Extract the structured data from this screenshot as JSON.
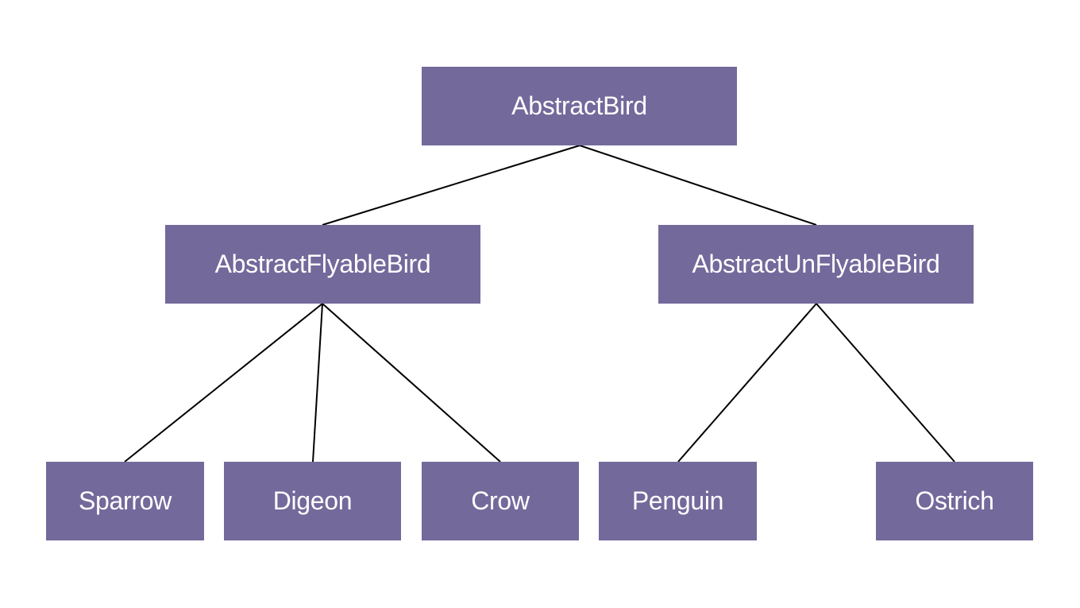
{
  "diagram": {
    "type": "class-hierarchy-tree",
    "node_color": "#74699b",
    "text_color": "#ffffff",
    "edge_color": "#000000",
    "root": {
      "label": "AbstractBird"
    },
    "level2": {
      "flyable": {
        "label": "AbstractFlyableBird"
      },
      "unflyable": {
        "label": "AbstractUnFlyableBird"
      }
    },
    "leaves": {
      "sparrow": {
        "label": "Sparrow"
      },
      "digeon": {
        "label": "Digeon"
      },
      "crow": {
        "label": "Crow"
      },
      "penguin": {
        "label": "Penguin"
      },
      "ostrich": {
        "label": "Ostrich"
      }
    },
    "edges": [
      {
        "from": "AbstractBird",
        "to": "AbstractFlyableBird"
      },
      {
        "from": "AbstractBird",
        "to": "AbstractUnFlyableBird"
      },
      {
        "from": "AbstractFlyableBird",
        "to": "Sparrow"
      },
      {
        "from": "AbstractFlyableBird",
        "to": "Digeon"
      },
      {
        "from": "AbstractFlyableBird",
        "to": "Crow"
      },
      {
        "from": "AbstractUnFlyableBird",
        "to": "Penguin"
      },
      {
        "from": "AbstractUnFlyableBird",
        "to": "Ostrich"
      }
    ]
  }
}
